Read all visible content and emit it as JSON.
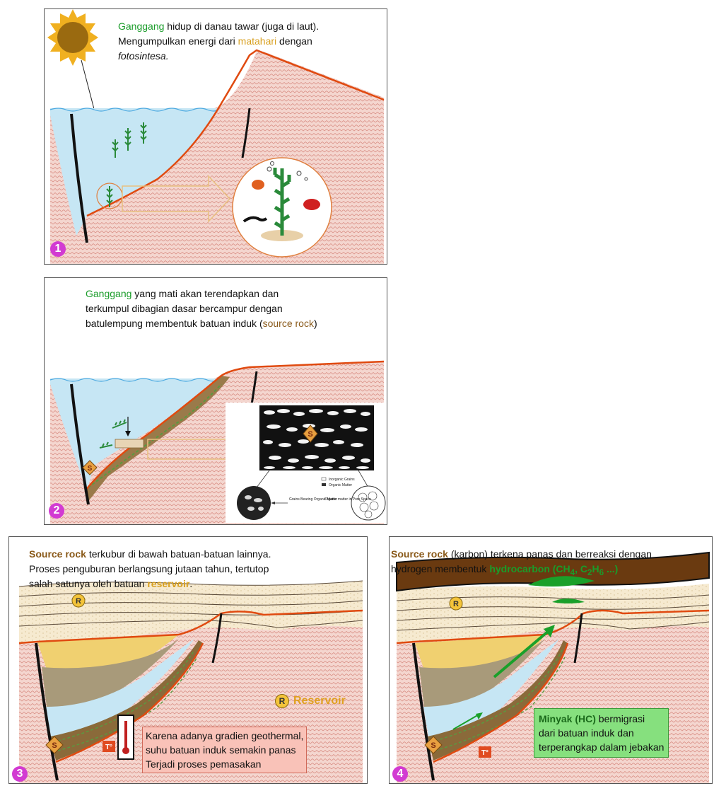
{
  "panel1": {
    "number": "1",
    "caption": {
      "line1": {
        "w1": "Ganggang",
        "rest": " hidup di danau tawar (juga di laut)."
      },
      "line2": {
        "pre": "Mengumpulkan energi dari ",
        "sun": "matahari",
        "post": " dengan"
      },
      "line3": "fotosintesa."
    }
  },
  "panel2": {
    "number": "2",
    "caption": {
      "line1": {
        "w1": "Ganggang",
        "rest": " yang mati akan terendapkan dan"
      },
      "line2": "terkumpul dibagian dasar bercampur dengan",
      "line3": {
        "pre": "batulempung membentuk batuan induk (",
        "sr": "source rock",
        "post": ")"
      }
    },
    "inset": {
      "legend1": "Inorganic Grains",
      "legend2": "Organic Matter",
      "label_left": "Grains Bearing Organic Matter",
      "label_right": "Organic matter in Pore Space"
    },
    "marker": "S"
  },
  "panel3": {
    "number": "3",
    "caption": {
      "line1": {
        "sr": "Source rock",
        "rest": " terkubur di bawah batuan-batuan lainnya."
      },
      "line2": "Proses penguburan berlangsung jutaan tahun, tertutop",
      "line3": {
        "pre": "salah satunya oleh batuan ",
        "res": "reservoir",
        "post": "."
      }
    },
    "legend_reservoir": "Reservoir",
    "marker_r": "R",
    "marker_s": "S",
    "temp": "T°",
    "note": {
      "line1": "Karena adanya gradien geothermal,",
      "line2": "suhu batuan induk semakin panas",
      "line3": "Terjadi proses pemasakan"
    }
  },
  "panel4": {
    "number": "4",
    "caption": {
      "line1": {
        "sr": "Source rock",
        "rest": " (karbon) terkena panas dan berreaksi dengan"
      },
      "line2": {
        "pre": "hydrogen membentuk ",
        "hc": "hydrocarbon (CH",
        "s1": "4",
        "mid": ", C",
        "s2": "2",
        "mid2": "H",
        "s3": "6",
        "end": " ...)"
      }
    },
    "marker_r": "R",
    "marker_s": "S",
    "temp": "T°",
    "note": {
      "line1": {
        "hl": "Minyak (HC)",
        "rest": " bermigrasi"
      },
      "line2": "dari batuan induk dan",
      "line3": "terperangkap dalam jebakan"
    }
  }
}
